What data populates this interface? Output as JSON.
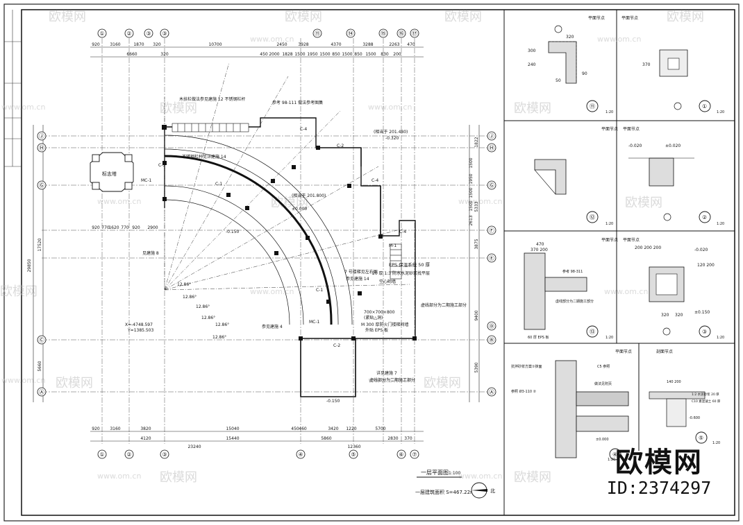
{
  "drawing": {
    "title": "一层平面图",
    "scale": "1:100",
    "area_label": "一层建筑面积 S=467.22m²",
    "north_label": "北"
  },
  "top_axes": [
    "①",
    "②",
    "③",
    "③",
    "⑪",
    "⑭",
    "⑮",
    "⑯",
    "⑰"
  ],
  "bottom_axes": [
    "①",
    "②",
    "③",
    "④",
    "⑤",
    "⑥",
    "⑦"
  ],
  "right_axes": [
    "Ⓙ",
    "Ⓗ",
    "Ⓖ",
    "Ⓕ",
    "Ⓔ",
    "Ⓓ",
    "Ⓑ",
    "Ⓐ"
  ],
  "left_axes": [
    "Ⓙ",
    "Ⓗ",
    "Ⓖ",
    "Ⓒ",
    "Ⓐ"
  ],
  "dims_top": [
    "920",
    "3160",
    "1870",
    "320",
    "10700",
    "2450",
    "3928",
    "4370",
    "3288",
    "2263",
    "470",
    "6660",
    "320",
    "450",
    "2000",
    "1828",
    "1500",
    "1950",
    "1500",
    "850",
    "1500",
    "850",
    "1500",
    "830",
    "200"
  ],
  "dims_bottom": [
    "920",
    "3160",
    "3820",
    "15040",
    "4120",
    "15440",
    "3420",
    "1220",
    "460",
    "5700",
    "5860",
    "2830",
    "370",
    "450",
    "23240",
    "12360"
  ],
  "dims_left": [
    "920",
    "770",
    "1620",
    "770",
    "920",
    "2900",
    "29850",
    "17520",
    "5660"
  ],
  "dims_right": [
    "1822",
    "1500",
    "1950",
    "1500",
    "1500",
    "5333",
    "2613",
    "3875",
    "9400",
    "5390"
  ],
  "labels": {
    "pavilion": "标志塔",
    "eps": "EPS 保温系统 50 厚",
    "cement": "20 厚 1:3 防水水泥砂浆找平层",
    "wall": "空心砌墙",
    "stair_ref": "7 号楼梯见左右图",
    "wall_ref": "参见建施 14",
    "struct_note": "虚线部分为二期施工部分",
    "eps_label": "外贴 EPS 板",
    "window": "700×700×800",
    "window_note": "(紧贴△洞)",
    "glass": "M 300 厚防火门楼梯间墙",
    "coord": "X=-4748.597",
    "coord_y": "Y=1385.503",
    "elev1": "-0.150",
    "elev2": "-0.320",
    "elev3": "±0.000",
    "level_ref": "(相当于 201.800)",
    "level_ref2": "(相当于 201.480)",
    "rail": "不锈钢栏杆见详建施 14",
    "ref_left": "见建施 8",
    "ref_a": "参见建施 4",
    "ref_b": "详见建施 7",
    "rail_note": "木扶栏做法参见建施 12 不锈钢栏杆",
    "stair_note": "参考 98-111 做法参考图集",
    "mc1": "MC-1",
    "c1": "C-1",
    "c2": "C-2",
    "c3": "C-3",
    "c4": "C-4",
    "m1": "M-1",
    "deg1": "12.86°",
    "deg2": "12.86°",
    "deg3": "12.86°",
    "deg4": "12.86°",
    "deg5": "12.86°",
    "deg6": "12.86°"
  },
  "details": [
    {
      "title": "平面节点",
      "subtitle": "平面节点",
      "scale": "1:20",
      "num": "①",
      "num2": "⑪"
    },
    {
      "title": "平面节点",
      "subtitle": "平面节点",
      "scale": "1:20",
      "num": "②",
      "num2": "⑫"
    },
    {
      "title": "平面节点",
      "subtitle": "平面节点",
      "scale": "1:20",
      "num": "③",
      "num2": "⑬"
    },
    {
      "title": "平面节点",
      "subtitle": "剖面节点",
      "scale": "1:20",
      "num": "④",
      "num2": "⑤"
    }
  ],
  "detail_notes": {
    "d1a": "320",
    "d1b": "300",
    "d1c": "240",
    "d1d": "50",
    "d1e": "90",
    "d2a": "±0.020",
    "d2b": "-0.020",
    "d2c": "370",
    "d3a": "470",
    "d3b": "370 200",
    "d3c": "参考 98-311",
    "d3d": "虚线部分为二期施工部分",
    "d3e": "60 厚 EPS 板",
    "d4a": "200 200 200",
    "d4b": "-0.020",
    "d4c": "120 200",
    "d4d": "±0.150",
    "d4e": "320",
    "d4f": "320",
    "d5a": "抗拌砂浆方案①抹面",
    "d5b": "C5 参照",
    "d5c": "做法见附页",
    "d5d": "±0.000",
    "d5e": "参照 Ø3-110 ②",
    "d6a": "140 200",
    "d6b": "-0.600",
    "d6c": "1:2 水泥砂浆 20 厚",
    "d6d": "C10 素混凝土 60 厚"
  },
  "brand": {
    "logo": "欧模网",
    "id": "ID:2374297"
  },
  "watermark": {
    "text": "欧模网",
    "url": "www.om.cn"
  }
}
